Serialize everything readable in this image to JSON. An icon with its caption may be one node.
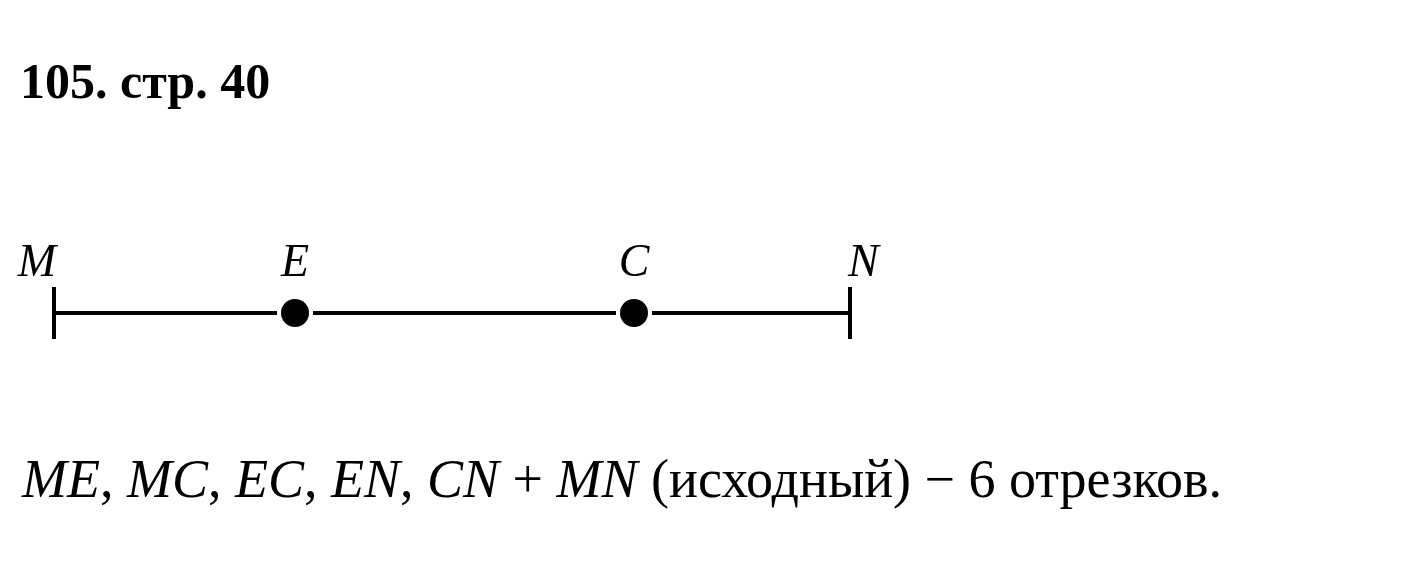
{
  "diagram": {
    "title": "105. стр. 40",
    "nodes": [
      {
        "text": [
          "M"
        ]
      },
      {
        "text": [
          "E"
        ]
      },
      {
        "text": [
          "C"
        ]
      },
      {
        "text": [
          "N"
        ]
      }
    ],
    "edges": [
      {
        "from": 0,
        "to": 1,
        "arrow": "none"
      },
      {
        "from": 1,
        "to": 2,
        "arrow": "none"
      },
      {
        "from": 2,
        "to": 3,
        "arrow": "none"
      }
    ],
    "labels": [
      "*ME*, *MC*, *EC*, *EN*, *CN* + *MN* (исходный) − 6 отрезков."
    ]
  }
}
